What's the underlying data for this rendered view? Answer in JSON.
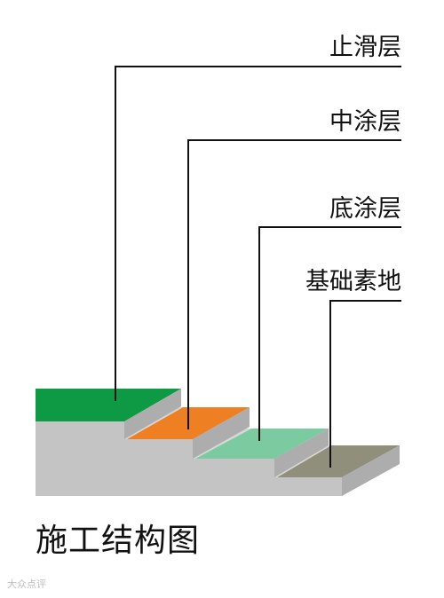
{
  "labels": {
    "anti_slip": "止滑层",
    "middle_coat": "中涂层",
    "base_coat": "底涂层",
    "substrate": "基础素地"
  },
  "title": "施工结构图",
  "watermark": "大众点评",
  "colors": {
    "anti_slip": "#0e9a45",
    "middle_coat": "#ee7f22",
    "base_coat": "#7ccba0",
    "substrate": "#908f7b",
    "slab_face": "#c3c4c3",
    "slab_side": "#acadac",
    "slab_top": "#d6d7d6",
    "leader": "#111111"
  }
}
